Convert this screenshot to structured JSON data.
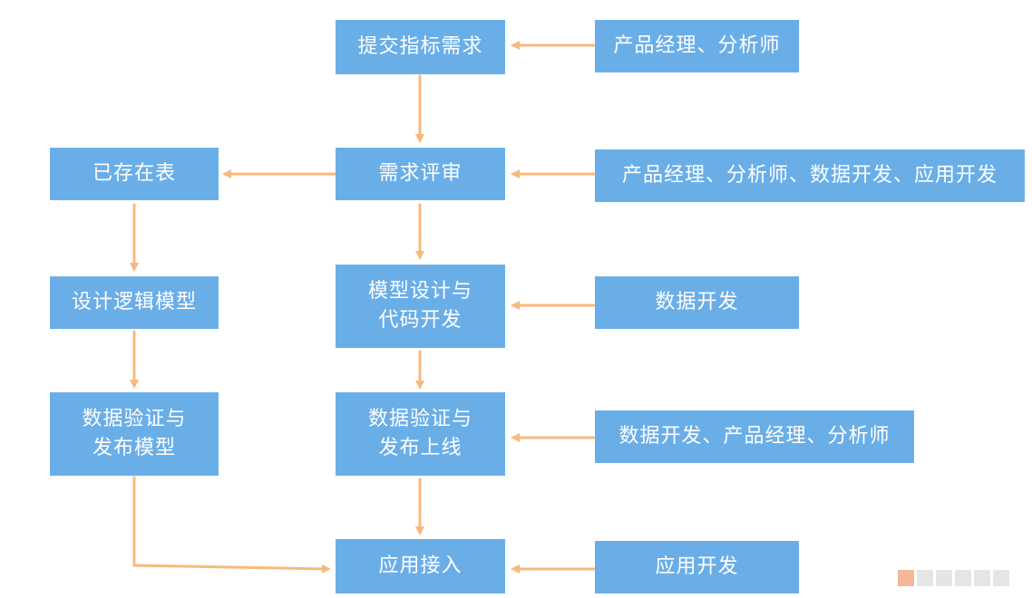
{
  "diagram": {
    "process": {
      "submit": "提交指标需求",
      "review": "需求评审",
      "model_dev": "模型设计与\n代码开发",
      "release": "数据验证与\n发布上线",
      "access": "应用接入"
    },
    "branch": {
      "existing": "已存在表",
      "logic_model": "设计逻辑模型",
      "verify_model": "数据验证与\n发布模型"
    },
    "roles": {
      "submit": "产品经理、分析师",
      "review": "产品经理、分析师、数据开发、应用开发",
      "model_dev": "数据开发",
      "release": "数据开发、产品经理、分析师",
      "access": "应用开发"
    },
    "colors": {
      "box": "#6aaee8",
      "arrow": "#f8b97c",
      "text": "#ffffff"
    }
  }
}
